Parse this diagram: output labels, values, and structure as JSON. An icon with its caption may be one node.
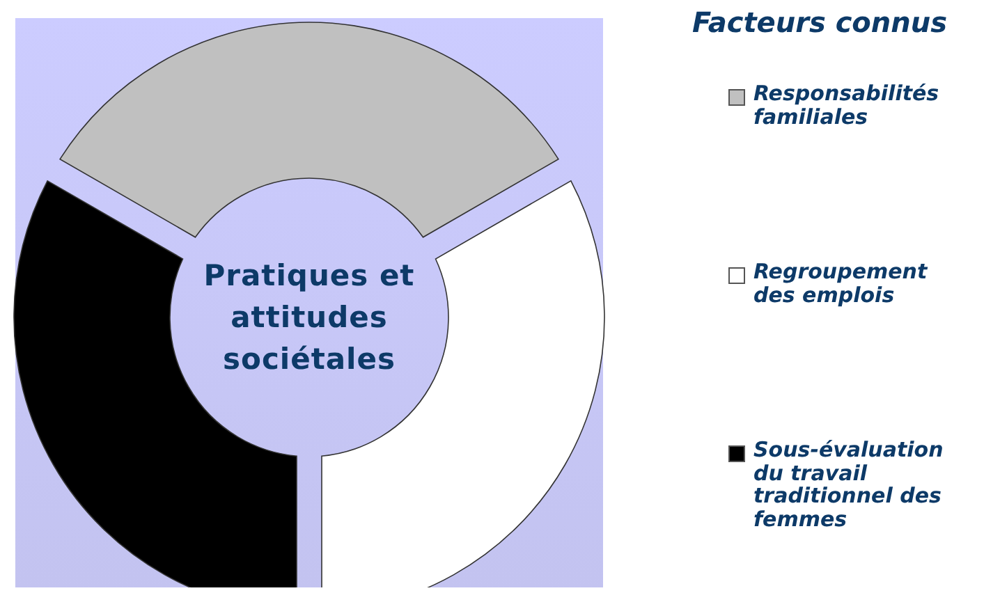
{
  "diagram": {
    "nodes": [
      {
        "text": [
          "Pratiques et attitudes sociétales"
        ]
      },
      {
        "text": [],
        "shape": "arc"
      },
      {
        "text": [],
        "shape": "arc"
      },
      {
        "text": [],
        "shape": "arc"
      }
    ],
    "labels": [
      "Facteurs connus"
    ],
    "legend": [
      {
        "text": "Responsabilités familiales",
        "color": "#c0c0c0"
      },
      {
        "text": "Regroupement des emplois",
        "color": "#ffffff"
      },
      {
        "text": "Sous-évaluation du travail traditionnel des femmes",
        "color": "#000000"
      }
    ]
  }
}
